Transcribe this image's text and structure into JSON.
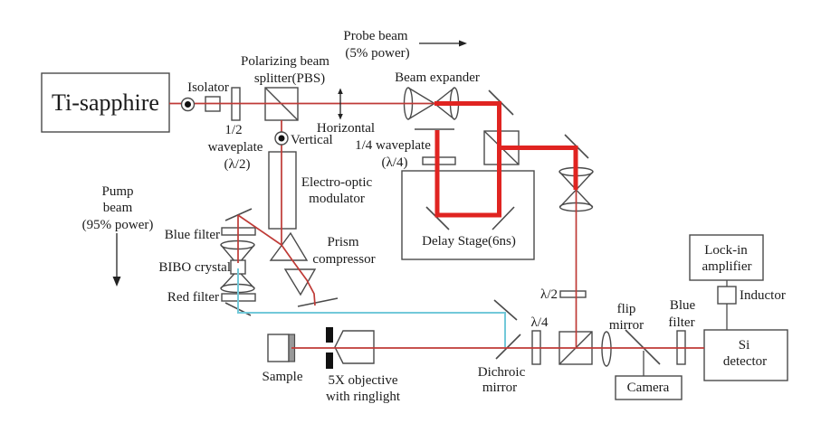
{
  "colors": {
    "probe_beam_thin_red": "#bf3a36",
    "main_beam_thick_red": "#e02421",
    "second_harmonic_blue": "#72c9d9",
    "component_line": "#4a4a4a",
    "text": "#1b1b1b",
    "background": "#ffffff"
  },
  "components": {
    "laser": {
      "label": "Ti-sapphire"
    },
    "isolator": {
      "label": "Isolator"
    },
    "half_waveplate": {
      "line1": "1/2",
      "line2": "waveplate",
      "line3": "(λ/2)"
    },
    "pbs": {
      "line1": "Polarizing beam",
      "line2": "splitter(PBS)"
    },
    "probe_beam": {
      "line1": "Probe beam",
      "line2": "(5% power)"
    },
    "polarization": {
      "horizontal": "Horizontal",
      "vertical": "Vertical"
    },
    "beam_expander": {
      "label": "Beam expander"
    },
    "quarter_waveplate": {
      "line1": "1/4 waveplate",
      "line2": "(λ/4)"
    },
    "eom": {
      "line1": "Electro-optic",
      "line2": "modulator"
    },
    "pump_beam": {
      "line1": "Pump",
      "line2": "beam",
      "line3": "(95% power)"
    },
    "prism_compressor": {
      "line1": "Prism",
      "line2": "compressor"
    },
    "blue_filter_left": {
      "label": "Blue filter"
    },
    "bibo_crystal": {
      "label": "BIBO crystal"
    },
    "red_filter": {
      "label": "Red filter"
    },
    "delay_stage": {
      "label": "Delay Stage(6ns)"
    },
    "sample": {
      "label": "Sample"
    },
    "objective": {
      "line1": "5X objective",
      "line2": "with ringlight"
    },
    "dichroic_mirror": {
      "line1": "Dichroic",
      "line2": "mirror"
    },
    "lambda_half": {
      "label": "λ/2"
    },
    "lambda_quarter": {
      "label": "λ/4"
    },
    "flip_mirror": {
      "line1": "flip",
      "line2": "mirror"
    },
    "camera": {
      "label": "Camera"
    },
    "blue_filter_right": {
      "line1": "Blue",
      "line2": "filter"
    },
    "si_detector": {
      "line1": "Si",
      "line2": "detector"
    },
    "inductor": {
      "label": "Inductor"
    },
    "lockin_amplifier": {
      "line1": "Lock-in",
      "line2": "amplifier"
    }
  }
}
